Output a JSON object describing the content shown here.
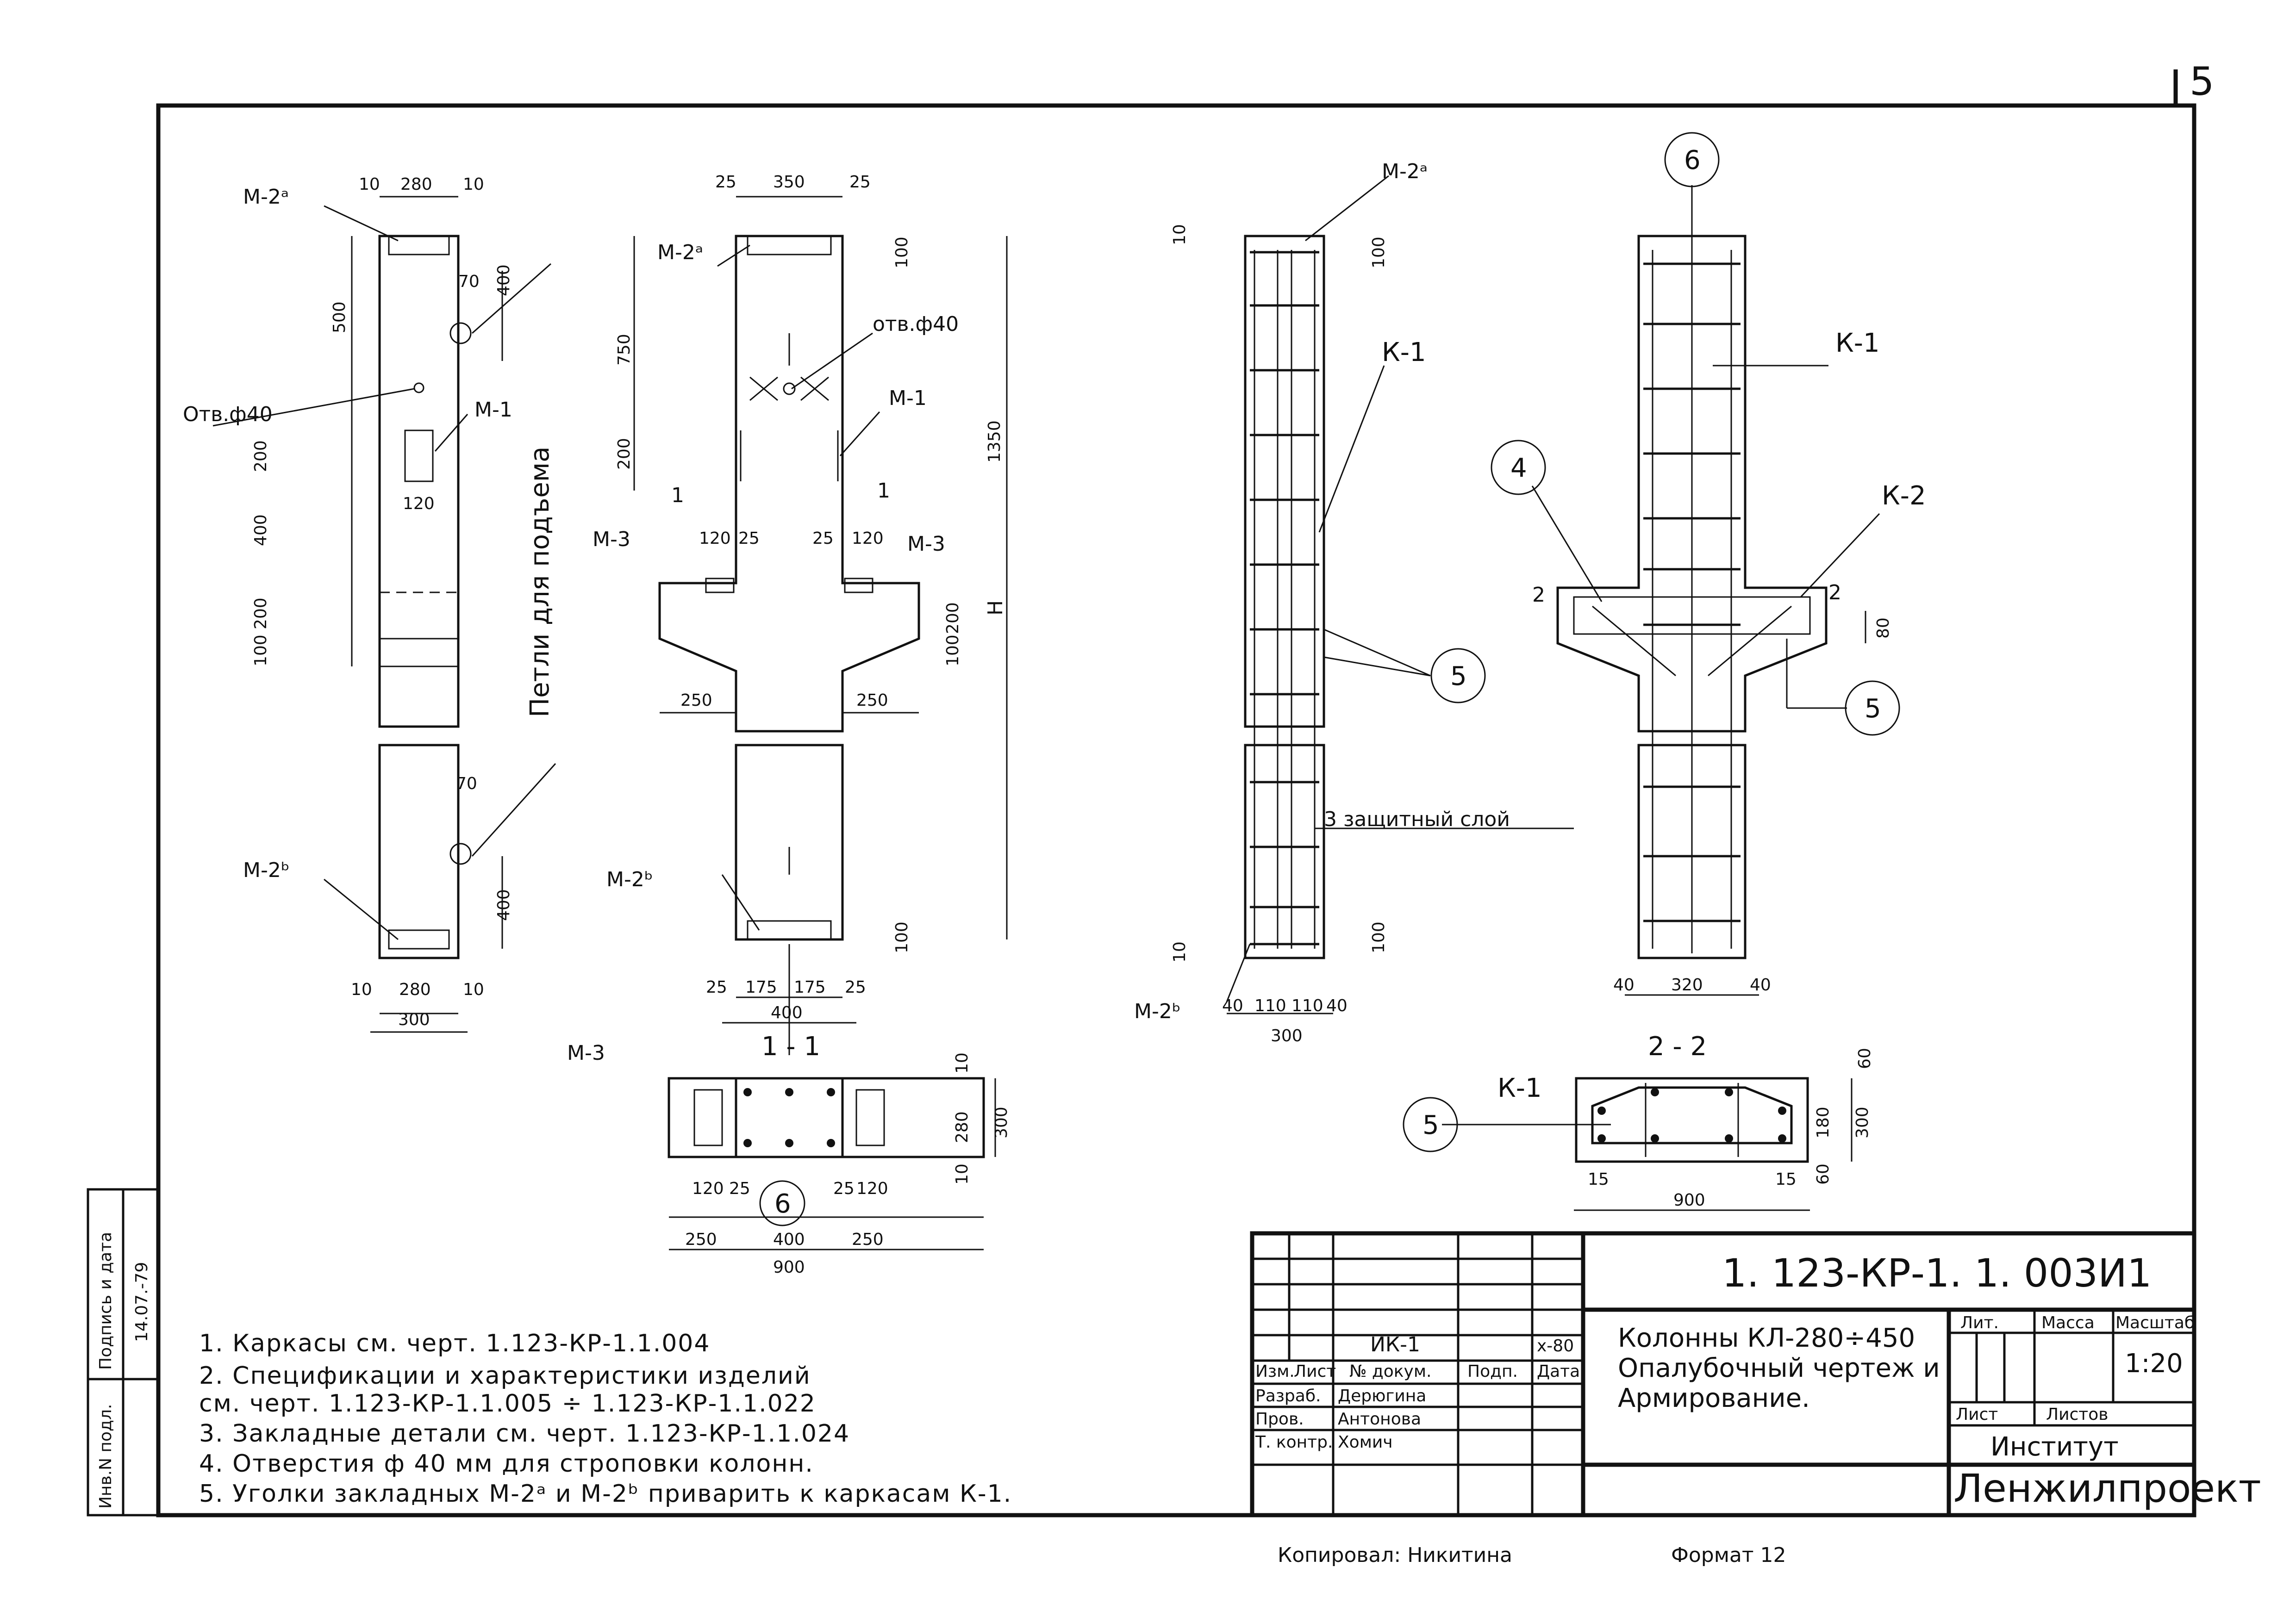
{
  "sheet": {
    "sheet_number": "5",
    "code": "1. 123-КР-1. 1. 003",
    "code_suffix": "И1",
    "title_lines": [
      "Колонны КЛ-280÷450",
      "Опалубочный чертеж и",
      "Армирование."
    ],
    "scale": "1:20",
    "institute_label": "Институт",
    "institute_name": "Ленжилпроект",
    "copied_by": "Копировал: Никитина",
    "format": "Формат 12"
  },
  "stamp": {
    "headers": [
      "Изм.",
      "Лист",
      "№ докум.",
      "Подп.",
      "Дата"
    ],
    "change_doc": "ИК-1",
    "change_sig": "x-80",
    "rows": [
      {
        "role": "Разраб.",
        "name": "Дерюгина"
      },
      {
        "role": "Пров.",
        "name": "Антонова"
      },
      {
        "role": "Т. контр.",
        "name": "Хомич"
      }
    ],
    "lit_label": "Лит.",
    "mass_label": "Масса",
    "scale_label": "Масштаб",
    "sheet_label": "Лист",
    "sheets_label": "Листов"
  },
  "side_stamp": {
    "inv_label": "Инв.N подл.",
    "sig_label": "Подпись и дата",
    "sig_value": "14.07.-79"
  },
  "notes": [
    "1.  Каркасы  см.  черт.  1.123-КР-1.1.004",
    "2.  Спецификации  и  характеристики  изделий",
    "     см.  черт.  1.123-КР-1.1.005 ÷ 1.123-КР-1.1.022",
    "3.  Закладные  детали  см.  черт.  1.123-КР-1.1.024",
    "4.  Отверстия  ф 40 мм  для  строповки  колонн.",
    "5.  Уголки  закладных  М-2ᵃ и М-2ᵇ приварить  к  каркасам  К-1."
  ],
  "drawing_labels": {
    "m2a": "М-2ᵃ",
    "m2b": "М-2ᵇ",
    "m1": "М-1",
    "m3": "М-3",
    "hole": "Отв.ф40",
    "hole2": "отв.ф40",
    "loops": "Петли  для  подъема",
    "k1": "К-1",
    "k2": "К-2",
    "protective": "3 защитный слой",
    "section11": "1 - 1",
    "section22": "2 - 2",
    "cut1": "1",
    "cut2": "2",
    "height": "H",
    "callout4": "4",
    "callout5": "5",
    "callout6": "6"
  },
  "dims": {
    "v1_top": [
      "10",
      "280",
      "10"
    ],
    "v1_bottom": [
      "10",
      "280",
      "10",
      "300"
    ],
    "v1_left": [
      "500",
      "200",
      "400",
      "200",
      "100"
    ],
    "v1_right": [
      "70",
      "400",
      "70",
      "400"
    ],
    "v1_m1w": "120",
    "v2_top": [
      "25",
      "350",
      "25"
    ],
    "v2_left": [
      "750",
      "200"
    ],
    "v2_right": [
      "100",
      "1350",
      "200",
      "100",
      "100"
    ],
    "v2_mid": [
      "120",
      "25",
      "25",
      "120"
    ],
    "v2_corbel": [
      "250",
      "250"
    ],
    "v2_bottom": [
      "25",
      "175",
      "175",
      "25",
      "400"
    ],
    "s11": [
      "120",
      "25",
      "25",
      "120",
      "250",
      "400",
      "250",
      "900",
      "10",
      "280",
      "10",
      "300"
    ],
    "v3_left": [
      "10",
      "10"
    ],
    "v3_right": [
      "100",
      "100"
    ],
    "v3_bottom": [
      "40",
      "110",
      "110",
      "40",
      "300"
    ],
    "v4_bottom": [
      "40",
      "320",
      "40"
    ],
    "v4_right": [
      "80"
    ],
    "s22": [
      "15",
      "15",
      "900",
      "60",
      "180",
      "60",
      "300"
    ]
  }
}
